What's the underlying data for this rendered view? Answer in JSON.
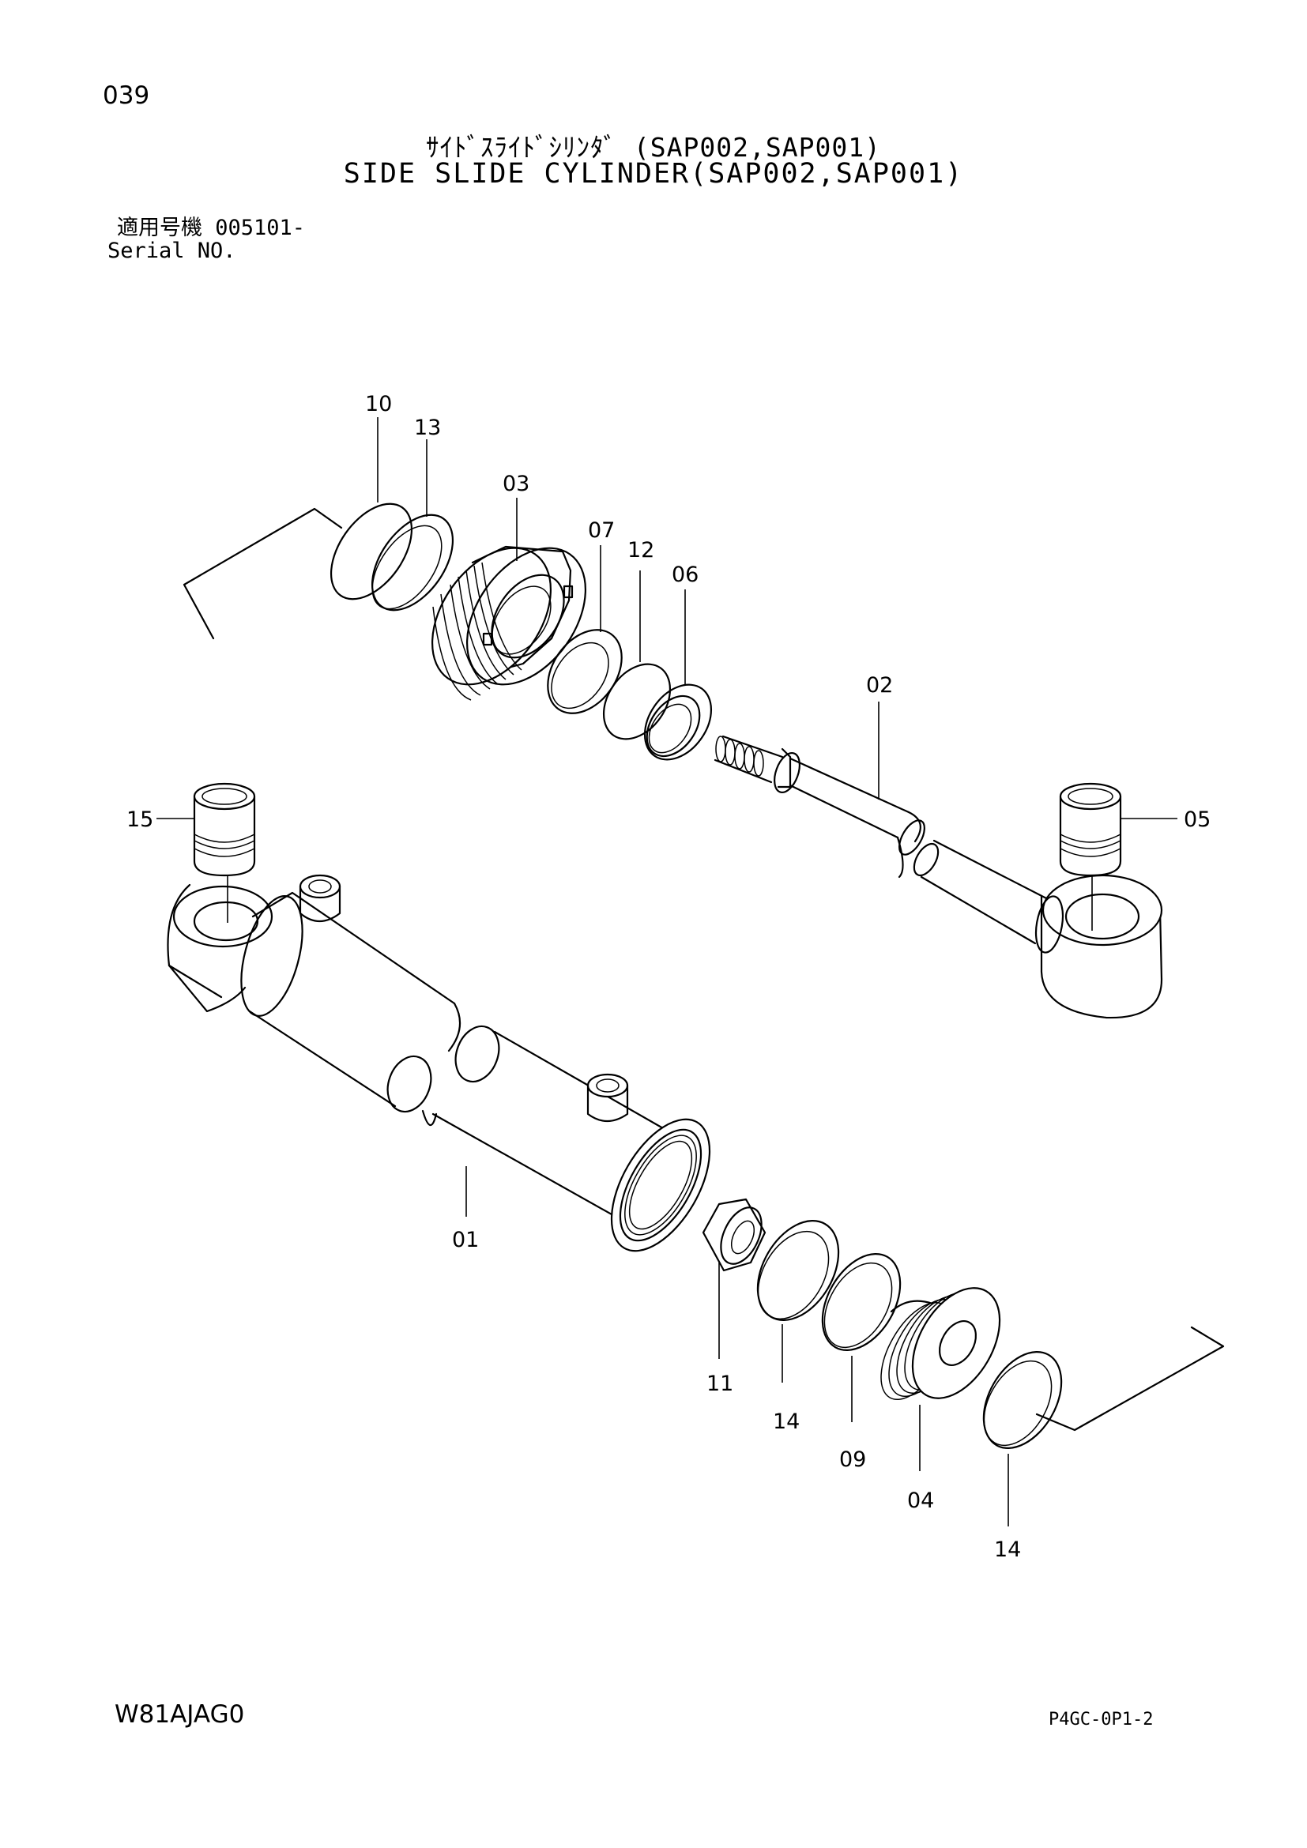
{
  "header": {
    "page_number": "039",
    "title_jp": "ｻｲﾄﾞｽﾗｲﾄﾞｼﾘﾝﾀﾞ (SAP002,SAP001)",
    "title_en": "SIDE SLIDE CYLINDER(SAP002,SAP001)",
    "serial_jp": "適用号機 005101-",
    "serial_en": "Serial NO."
  },
  "diagram": {
    "part_labels": {
      "p10": "10",
      "p13": "13",
      "p03": "03",
      "p07": "07",
      "p12": "12",
      "p06": "06",
      "p02": "02",
      "p15": "15",
      "p05": "05",
      "p01": "01",
      "p11": "11",
      "p14a": "14",
      "p09": "09",
      "p04": "04",
      "p14b": "14"
    }
  },
  "footer": {
    "code": "W81AJAG0",
    "ref": "P4GC-0P1-2"
  }
}
